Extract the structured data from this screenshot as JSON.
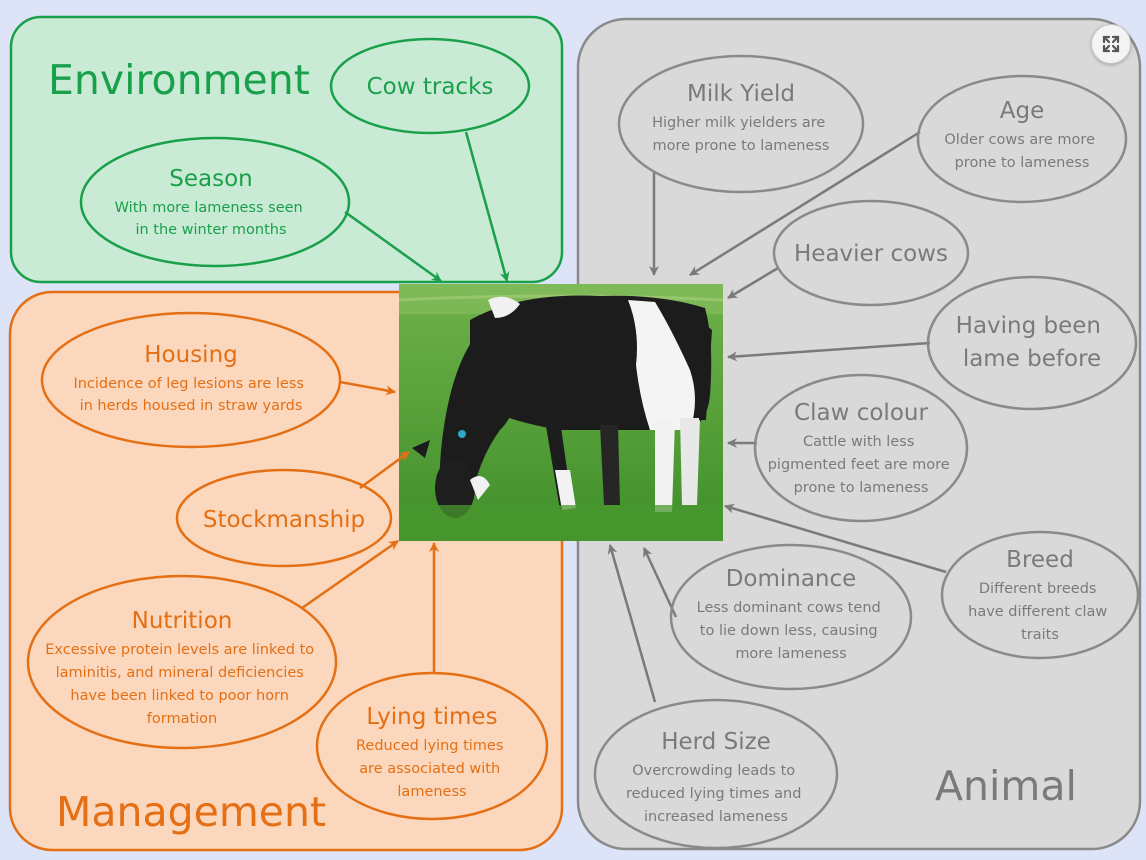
{
  "groups": {
    "environment": {
      "title": "Environment",
      "color": "#1aa04a",
      "fill": "#c9ebd6"
    },
    "management": {
      "title": "Management",
      "color": "#e46f14",
      "fill": "#fbd8bd"
    },
    "animal": {
      "title": "Animal",
      "color": "#8a8a8a",
      "fill": "#d9d9d9"
    }
  },
  "nodes": {
    "cow_tracks": {
      "title": "Cow tracks",
      "desc": []
    },
    "season": {
      "title": "Season",
      "desc": [
        "With more lameness seen",
        "in the winter months"
      ]
    },
    "housing": {
      "title": "Housing",
      "desc": [
        "Incidence of leg lesions are less",
        "in herds housed in straw yards"
      ]
    },
    "stockmanship": {
      "title": "Stockmanship",
      "desc": []
    },
    "nutrition": {
      "title": "Nutrition",
      "desc": [
        "Excessive protein levels are linked to",
        "laminitis, and mineral deficiencies",
        "have been linked to poor horn",
        "formation"
      ]
    },
    "lying_times": {
      "title": "Lying times",
      "desc": [
        "Reduced lying times",
        "are associated with",
        "lameness"
      ]
    },
    "milk_yield": {
      "title": "Milk Yield",
      "desc": [
        "Higher  milk yielders are",
        "more prone to lameness"
      ]
    },
    "age": {
      "title": "Age",
      "desc": [
        "Older cows are more",
        "prone to lameness"
      ]
    },
    "heavier_cows": {
      "title": "Heavier cows",
      "desc": []
    },
    "lame_before": {
      "title": [
        "Having been",
        "lame before"
      ],
      "desc": []
    },
    "claw_colour": {
      "title": "Claw colour",
      "desc": [
        "Cattle with less",
        "pigmented feet are more",
        "prone to lameness"
      ]
    },
    "breed": {
      "title": "Breed",
      "desc": [
        "Different breeds",
        "have different claw",
        "traits"
      ]
    },
    "dominance": {
      "title": "Dominance",
      "desc": [
        "Less dominant cows tend",
        "to lie down less, causing",
        "more lameness"
      ]
    },
    "herd_size": {
      "title": "Herd Size",
      "desc": [
        "Overcrowding leads to",
        "reduced lying times and",
        "increased lameness"
      ]
    }
  },
  "expand_icon": "expand-arrows-icon",
  "image_icon": "grazing-cow-photo"
}
